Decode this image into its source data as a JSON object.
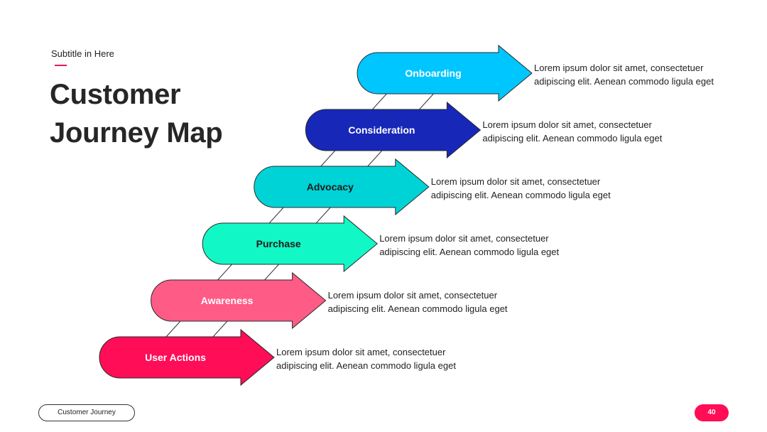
{
  "header": {
    "subtitle": "Subtitle in Here",
    "title_line1": "Customer",
    "title_line2": "Journey Map",
    "accent_color": "#e8175d"
  },
  "steps": [
    {
      "label": "User Actions",
      "color": "#ff0d57",
      "text_color": "#ffffff",
      "desc_line1": "Lorem ipsum dolor sit amet, consectetuer",
      "desc_line2": "adipiscing elit. Aenean commodo ligula eget"
    },
    {
      "label": "Awareness",
      "color": "#ff5b87",
      "text_color": "#ffffff",
      "desc_line1": "Lorem ipsum dolor sit amet, consectetuer",
      "desc_line2": "adipiscing elit. Aenean commodo ligula eget"
    },
    {
      "label": "Purchase",
      "color": "#12f7c6",
      "text_color": "#1a1a1a",
      "desc_line1": "Lorem ipsum dolor sit amet, consectetuer",
      "desc_line2": "adipiscing elit. Aenean commodo ligula eget"
    },
    {
      "label": "Advocacy",
      "color": "#00d3d6",
      "text_color": "#1a1a1a",
      "desc_line1": "Lorem ipsum dolor sit amet, consectetuer",
      "desc_line2": "adipiscing elit. Aenean commodo ligula eget"
    },
    {
      "label": "Consideration",
      "color": "#1727b8",
      "text_color": "#ffffff",
      "desc_line1": "Lorem ipsum dolor sit amet, consectetuer",
      "desc_line2": "adipiscing elit. Aenean commodo ligula eget"
    },
    {
      "label": "Onboarding",
      "color": "#00c6ff",
      "text_color": "#ffffff",
      "desc_line1": "Lorem ipsum dolor sit amet, consectetuer",
      "desc_line2": "adipiscing elit. Aenean commodo ligula eget"
    }
  ],
  "footer": {
    "section_label": "Customer Journey",
    "page_number": "40",
    "badge_color": "#ff0d57"
  }
}
